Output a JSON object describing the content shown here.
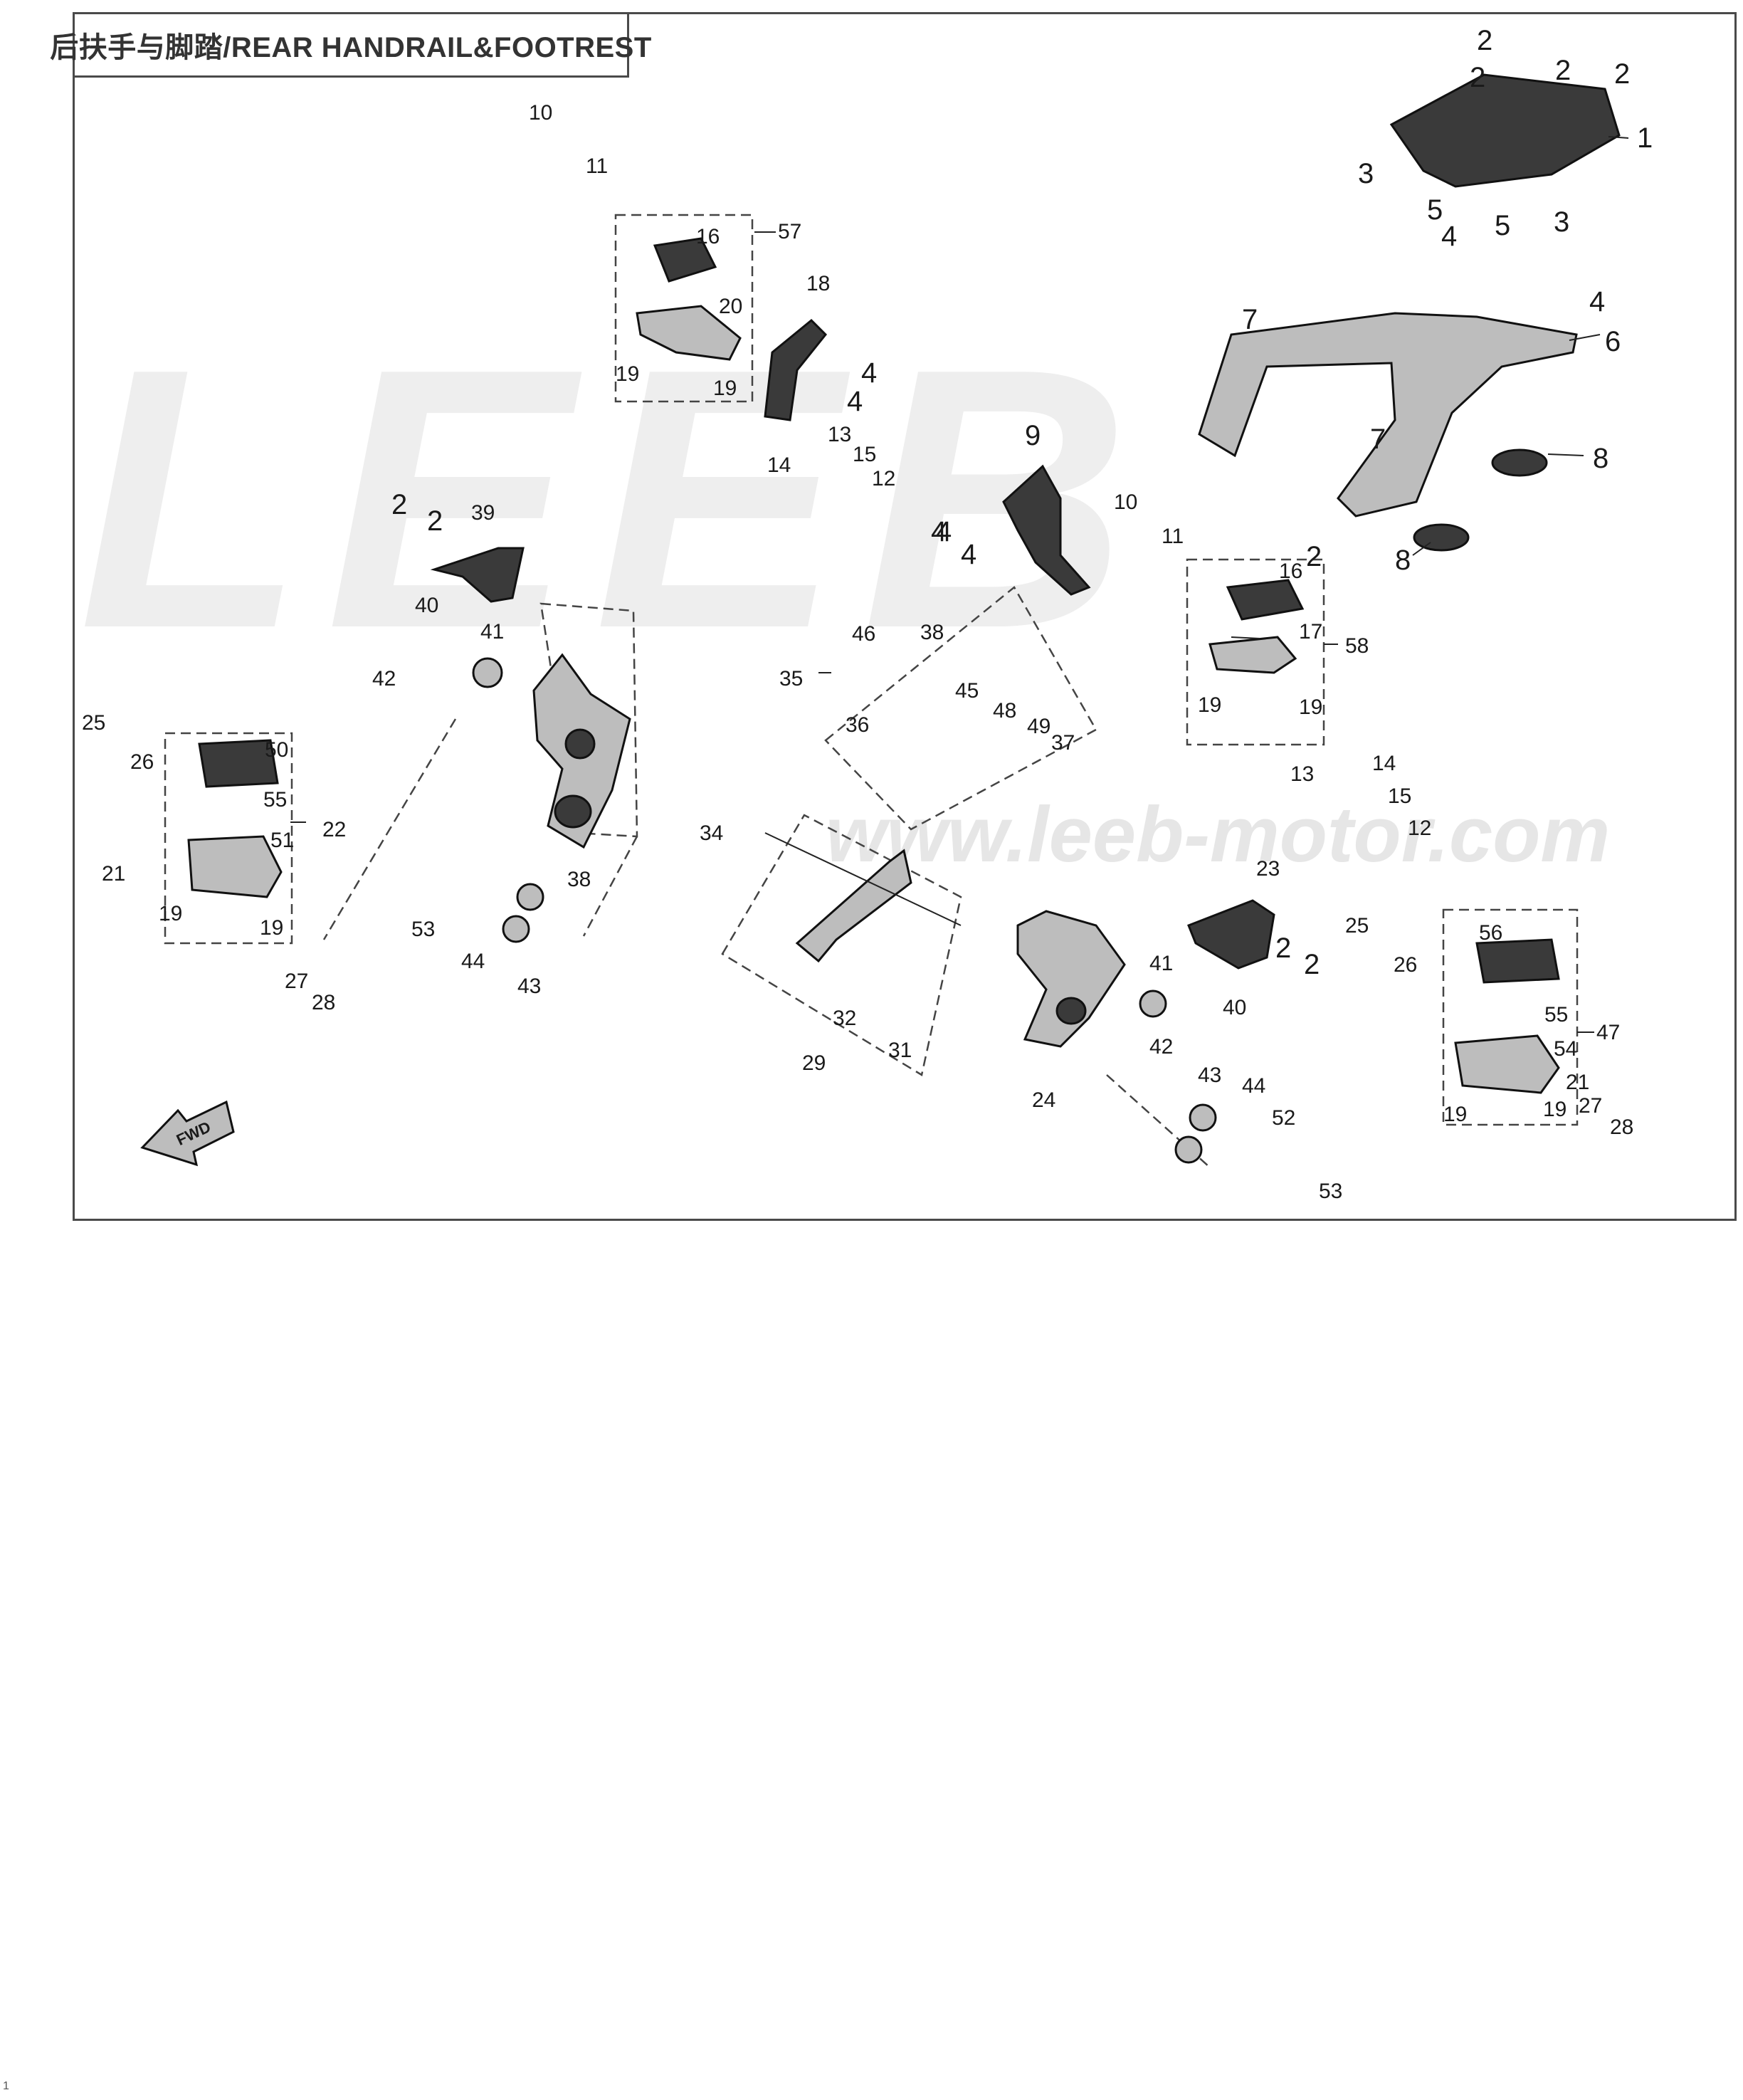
{
  "title": "后扶手与脚踏/REAR HANDRAIL&FOOTREST",
  "watermark": {
    "logo": "LEEB",
    "url": "www.leeb-motor.com"
  },
  "fwd_label": "FWD",
  "page_mark": "1",
  "colors": {
    "frame": "#4a4a4a",
    "part": "#3a3a3a",
    "watermark": "#ececec"
  },
  "callouts": [
    "1",
    "2",
    "2",
    "2",
    "2",
    "2",
    "3",
    "3",
    "4",
    "4",
    "4",
    "5",
    "5",
    "6",
    "7",
    "7",
    "8",
    "8",
    "9",
    "4",
    "4",
    "10",
    "11",
    "16",
    "17",
    "58",
    "19",
    "19",
    "13",
    "14",
    "15",
    "12",
    "10",
    "11",
    "16",
    "57",
    "20",
    "19",
    "19",
    "18",
    "4",
    "4",
    "13",
    "15",
    "14",
    "12",
    "2",
    "2",
    "39",
    "40",
    "41",
    "42",
    "38",
    "53",
    "44",
    "43",
    "25",
    "26",
    "50",
    "55",
    "22",
    "51",
    "21",
    "19",
    "19",
    "27",
    "28",
    "46",
    "38",
    "35",
    "45",
    "36",
    "48",
    "49",
    "37",
    "34",
    "32",
    "31",
    "29",
    "23",
    "2",
    "2",
    "41",
    "42",
    "40",
    "24",
    "43",
    "44",
    "52",
    "53",
    "25",
    "26",
    "56",
    "55",
    "47",
    "54",
    "21",
    "19",
    "19",
    "27",
    "28"
  ]
}
